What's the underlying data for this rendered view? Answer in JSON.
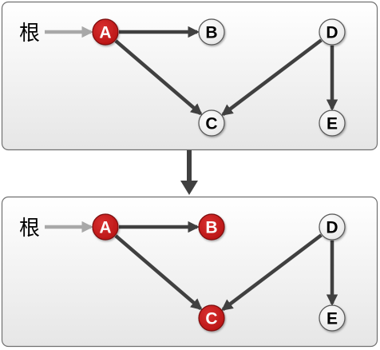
{
  "colors": {
    "panel_fill_top": "#ffffff",
    "panel_fill_bottom": "#e6e6e6",
    "panel_border": "#707070",
    "edge": "#404040",
    "root_edge": "#a8a8a8",
    "marked_fill": "#b81414",
    "marked_text": "#ffffff",
    "unmarked_fill": "#ffffff",
    "unmarked_text": "#000000"
  },
  "panels": [
    {
      "name": "before",
      "root_label": "根",
      "nodes": [
        {
          "id": "A",
          "label": "A",
          "marked": true
        },
        {
          "id": "B",
          "label": "B",
          "marked": false
        },
        {
          "id": "C",
          "label": "C",
          "marked": false
        },
        {
          "id": "D",
          "label": "D",
          "marked": false
        },
        {
          "id": "E",
          "label": "E",
          "marked": false
        }
      ],
      "edges": [
        [
          "A",
          "B"
        ],
        [
          "A",
          "C"
        ],
        [
          "D",
          "C"
        ],
        [
          "D",
          "E"
        ]
      ]
    },
    {
      "name": "after",
      "root_label": "根",
      "nodes": [
        {
          "id": "A",
          "label": "A",
          "marked": true
        },
        {
          "id": "B",
          "label": "B",
          "marked": true
        },
        {
          "id": "C",
          "label": "C",
          "marked": true
        },
        {
          "id": "D",
          "label": "D",
          "marked": false
        },
        {
          "id": "E",
          "label": "E",
          "marked": false
        }
      ],
      "edges": [
        [
          "A",
          "B"
        ],
        [
          "A",
          "C"
        ],
        [
          "D",
          "C"
        ],
        [
          "D",
          "E"
        ]
      ]
    }
  ]
}
